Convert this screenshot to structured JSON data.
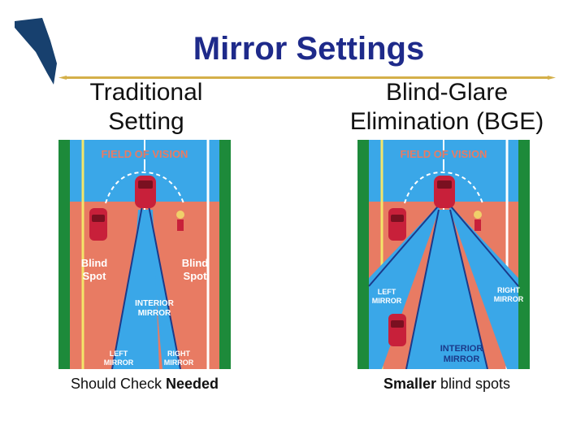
{
  "slide": {
    "title": "Mirror Settings",
    "left": {
      "heading_line1": "Traditional",
      "heading_line2": "Setting",
      "caption_prefix": "Should Check ",
      "caption_bold": "Needed",
      "diagram": {
        "field_label": "FIELD OF VISION",
        "blind_left": [
          "Blind",
          "Spot"
        ],
        "blind_right": [
          "Blind",
          "Spot"
        ],
        "interior": [
          "INTERIOR",
          "MIRROR"
        ],
        "left_mirror": [
          "LEFT",
          "MIRROR"
        ],
        "right_mirror": [
          "RIGHT",
          "MIRROR"
        ]
      }
    },
    "right": {
      "heading_line1": "Blind-Glare",
      "heading_line2": "Elimination (BGE)",
      "caption_bold": "Smaller",
      "caption_suffix": " blind spots",
      "diagram": {
        "field_label": "FIELD OF VISION",
        "left_mirror": [
          "LEFT",
          "MIRROR"
        ],
        "right_mirror": [
          "RIGHT",
          "MIRROR"
        ],
        "interior": [
          "INTERIOR",
          "MIRROR"
        ]
      }
    }
  },
  "colors": {
    "title": "#1e2a8a",
    "rule": "#d4b04a",
    "grass": "#1d8a3a",
    "road_blue": "#3aa7e8",
    "blind_red": "#e87b63",
    "car": "#c8203a",
    "label_white": "#ffffff",
    "label_blue": "#1b3a8a"
  },
  "icons": [
    "nevada-state-icon",
    "car-icon",
    "cyclist-icon"
  ]
}
